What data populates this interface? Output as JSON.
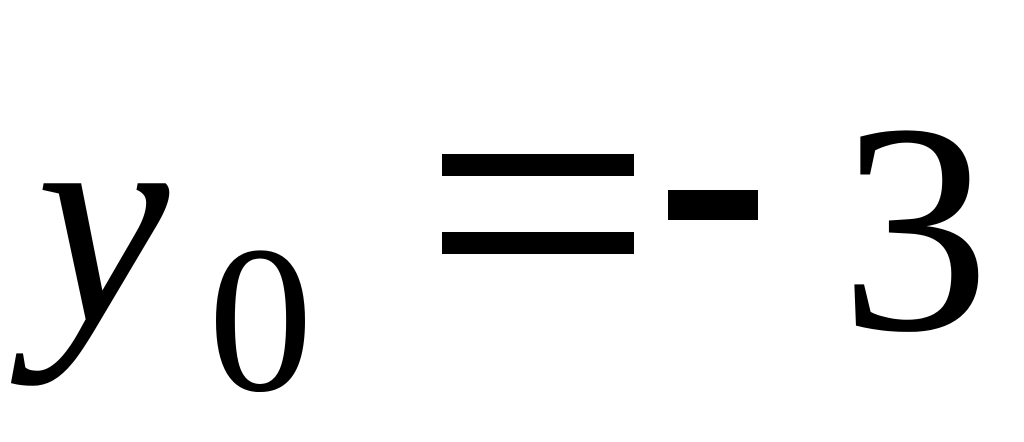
{
  "equation": {
    "variable": "y",
    "subscript": "0",
    "relation": "=",
    "sign": "-",
    "value": "3"
  }
}
